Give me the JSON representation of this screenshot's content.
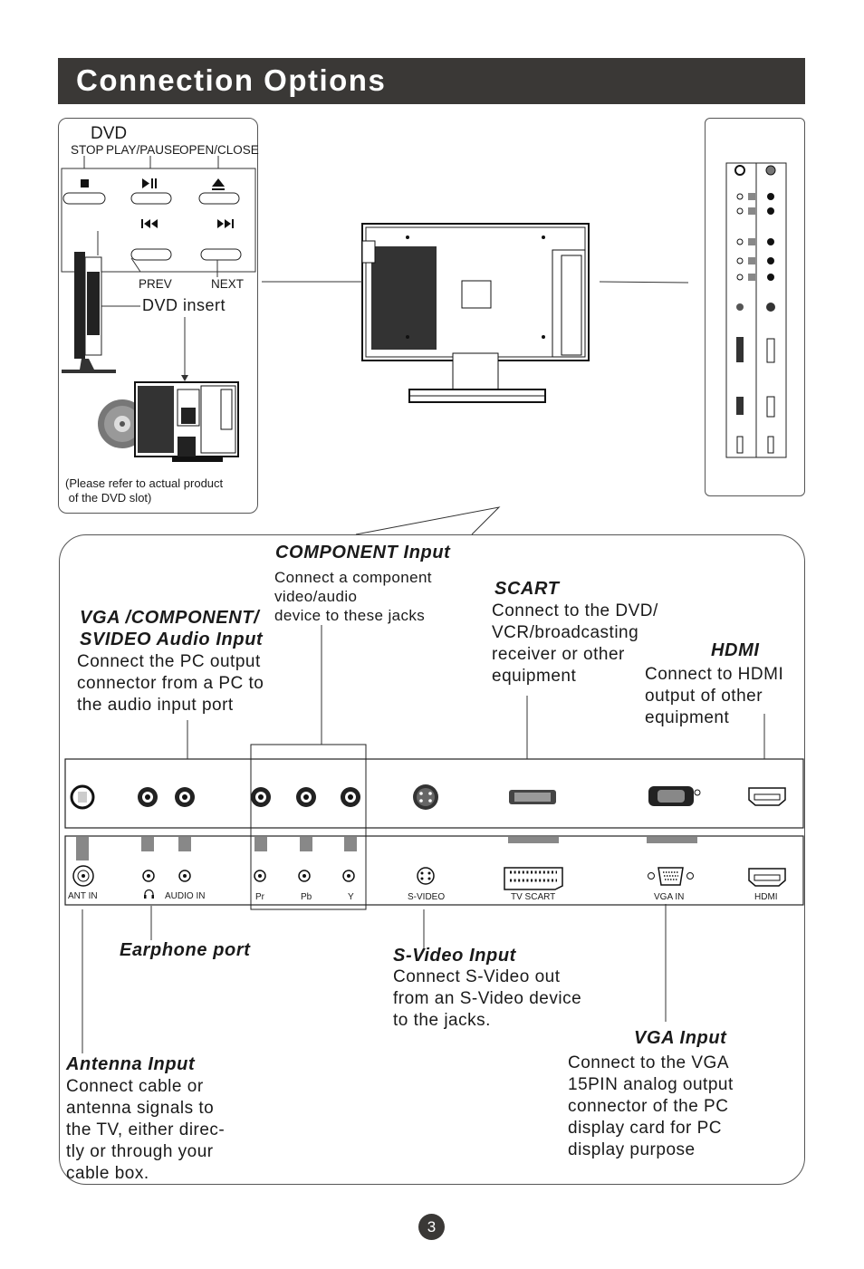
{
  "header": {
    "title": "Connection Options"
  },
  "dvd": {
    "title": "DVD",
    "stop_label": "STOP",
    "play_pause_label": "PLAY/PAUSE",
    "open_close_label": "OPEN/CLOSE",
    "prev_label": "PREV",
    "next_label": "NEXT",
    "insert_label": "DVD insert",
    "note": "(Please refer to actual product\n of the DVD slot)"
  },
  "sections": {
    "component": {
      "title": "COMPONENT  Input",
      "desc": "Connect a component\nvideo/audio\ndevice to these jacks"
    },
    "scart": {
      "title": "SCART",
      "desc": "Connect to the DVD/\nVCR/broadcasting\nreceiver or other\nequipment"
    },
    "vga_audio": {
      "title": "VGA /COMPONENT/\nSVIDEO Audio Input",
      "desc": "Connect the PC output\nconnector from a PC to\nthe audio input port"
    },
    "hdmi": {
      "title": "HDMI",
      "desc": "Connect to HDMI\noutput of other\nequipment"
    },
    "earphone": {
      "title": "Earphone port"
    },
    "svideo": {
      "title": "S-Video Input",
      "desc": "Connect S-Video out\nfrom an S-Video device\nto the jacks."
    },
    "vga": {
      "title": "VGA  Input",
      "desc": "Connect to the VGA\n15PIN analog output\nconnector of the PC\ndisplay card for PC\ndisplay purpose"
    },
    "antenna": {
      "title": "Antenna Input",
      "desc": "Connect cable or\nantenna signals to\nthe TV, either direc-\ntly or through your\ncable box."
    }
  },
  "port_labels": {
    "ant_in": "ANT IN",
    "audio_in": "AUDIO IN",
    "pr": "Pr",
    "pb": "Pb",
    "y": "Y",
    "svideo": "S-VIDEO",
    "tv_scart": "TV SCART",
    "vga_in": "VGA IN",
    "hdmi": "HDMI"
  },
  "page": {
    "number": "3"
  }
}
